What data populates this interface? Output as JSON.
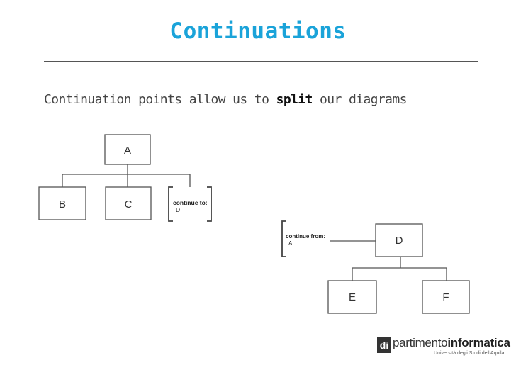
{
  "slide": {
    "title": "Continuations",
    "subtitle_pre": "Continuation points allow us to ",
    "subtitle_emph": "split",
    "subtitle_post": " our diagrams"
  },
  "diagram_left": {
    "root": "A",
    "children": [
      "B",
      "C"
    ],
    "continuation_label": "continue to:",
    "continuation_target": "D"
  },
  "diagram_right": {
    "root": "D",
    "children": [
      "E",
      "F"
    ],
    "continuation_label": "continue from:",
    "continuation_source": "A"
  },
  "logo": {
    "mark": "di",
    "name_light": "partimento",
    "name_bold": "informatica",
    "affiliation": "Università degli Studi dell'Aquila"
  }
}
